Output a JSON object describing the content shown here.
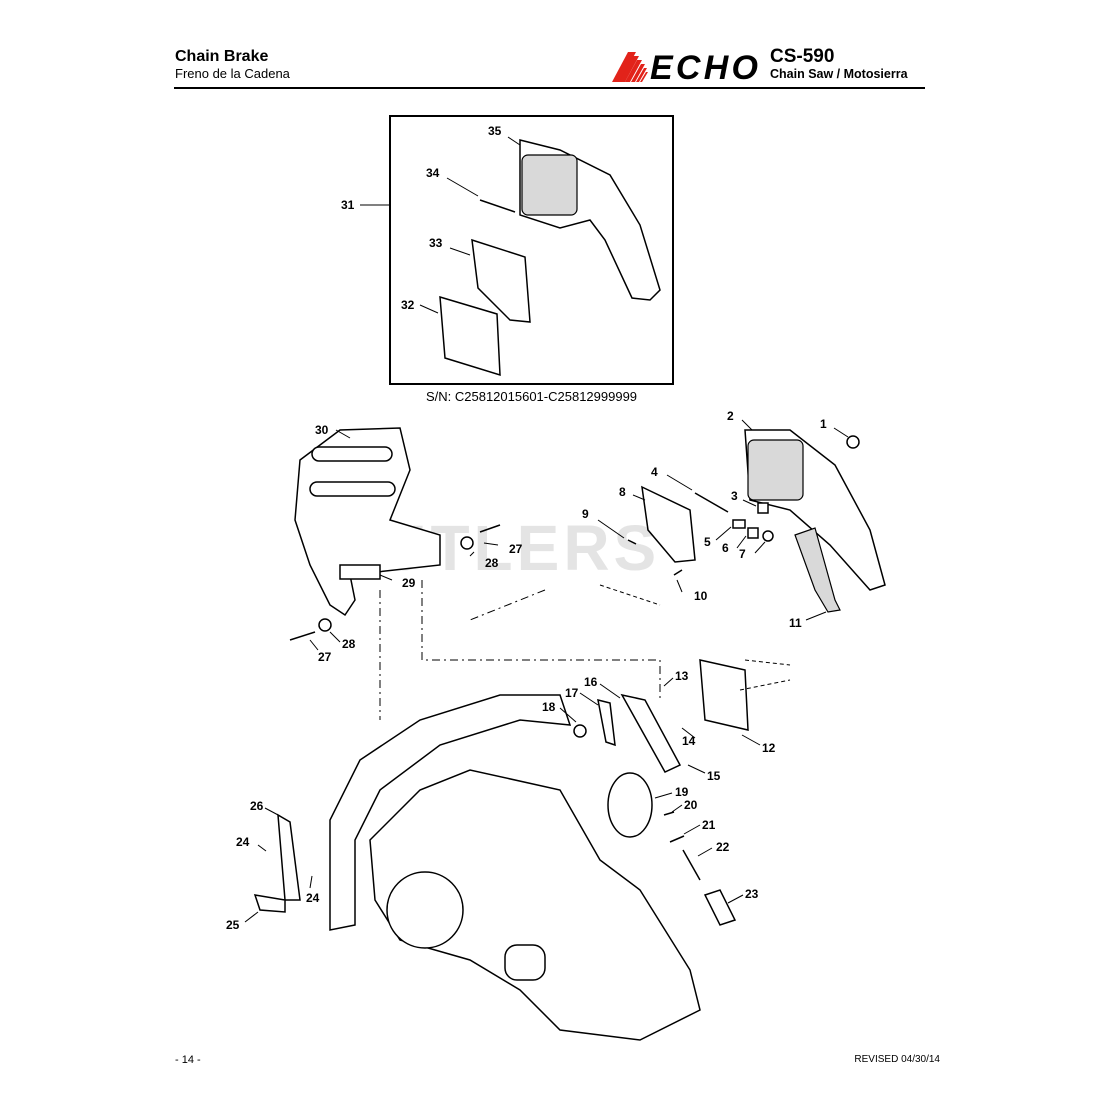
{
  "header": {
    "title": "Chain Brake",
    "subtitle": "Freno de la Cadena",
    "brand": "ECHO",
    "model": "CS-590",
    "model_desc": "Chain Saw / Motosierra"
  },
  "inset": {
    "serial": "S/N: C25812015601-C25812999999"
  },
  "watermark": "CUTLERS",
  "callouts": {
    "c1": "1",
    "c2": "2",
    "c3": "3",
    "c4": "4",
    "c5": "5",
    "c6": "6",
    "c7": "7",
    "c8": "8",
    "c9": "9",
    "c10": "10",
    "c11": "11",
    "c12": "12",
    "c13": "13",
    "c14": "14",
    "c15": "15",
    "c16": "16",
    "c17": "17",
    "c18": "18",
    "c19": "19",
    "c20": "20",
    "c21": "21",
    "c22": "22",
    "c23": "23",
    "c24a": "24",
    "c24b": "24",
    "c25": "25",
    "c26": "26",
    "c27a": "27",
    "c27b": "27",
    "c28a": "28",
    "c28b": "28",
    "c29": "29",
    "c30": "30",
    "c31": "31",
    "c32": "32",
    "c33": "33",
    "c34": "34",
    "c35": "35"
  },
  "footer": {
    "page": "- 14 -",
    "revised": "REVISED 04/30/14"
  },
  "colors": {
    "brand": "#e2231a"
  }
}
